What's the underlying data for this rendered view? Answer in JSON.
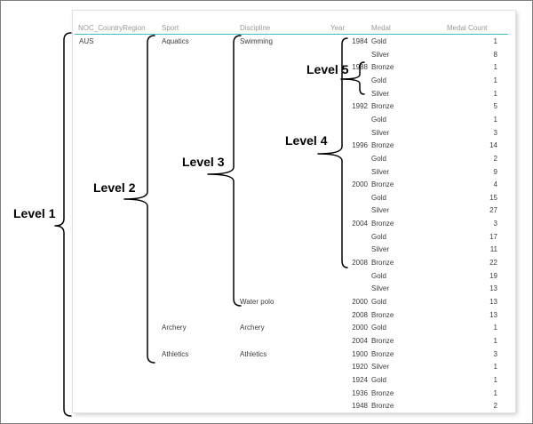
{
  "headers": [
    "NOC_CountryRegion",
    "Sport",
    "Discipline",
    "Year",
    "Medal",
    "Medal Count"
  ],
  "rows": [
    [
      "AUS",
      "Aquatics",
      "Swimming",
      "1984",
      "Gold",
      "1"
    ],
    [
      "",
      "",
      "",
      "",
      "Silver",
      "8"
    ],
    [
      "",
      "",
      "",
      "1988",
      "Bronze",
      "1"
    ],
    [
      "",
      "",
      "",
      "",
      "Gold",
      "1"
    ],
    [
      "",
      "",
      "",
      "",
      "Silver",
      "1"
    ],
    [
      "",
      "",
      "",
      "1992",
      "Bronze",
      "5"
    ],
    [
      "",
      "",
      "",
      "",
      "Gold",
      "1"
    ],
    [
      "",
      "",
      "",
      "",
      "Silver",
      "3"
    ],
    [
      "",
      "",
      "",
      "1996",
      "Bronze",
      "14"
    ],
    [
      "",
      "",
      "",
      "",
      "Gold",
      "2"
    ],
    [
      "",
      "",
      "",
      "",
      "Silver",
      "9"
    ],
    [
      "",
      "",
      "",
      "2000",
      "Bronze",
      "4"
    ],
    [
      "",
      "",
      "",
      "",
      "Gold",
      "15"
    ],
    [
      "",
      "",
      "",
      "",
      "Silver",
      "27"
    ],
    [
      "",
      "",
      "",
      "2004",
      "Bronze",
      "3"
    ],
    [
      "",
      "",
      "",
      "",
      "Gold",
      "17"
    ],
    [
      "",
      "",
      "",
      "",
      "Silver",
      "11"
    ],
    [
      "",
      "",
      "",
      "2008",
      "Bronze",
      "22"
    ],
    [
      "",
      "",
      "",
      "",
      "Gold",
      "19"
    ],
    [
      "",
      "",
      "",
      "",
      "Silver",
      "13"
    ],
    [
      "",
      "",
      "Water polo",
      "2000",
      "Gold",
      "13"
    ],
    [
      "",
      "",
      "",
      "2008",
      "Bronze",
      "13"
    ],
    [
      "",
      "Archery",
      "Archery",
      "2000",
      "Gold",
      "1"
    ],
    [
      "",
      "",
      "",
      "2004",
      "Bronze",
      "1"
    ],
    [
      "",
      "Athletics",
      "Athletics",
      "1900",
      "Bronze",
      "3"
    ],
    [
      "",
      "",
      "",
      "1920",
      "Silver",
      "1"
    ],
    [
      "",
      "",
      "",
      "1924",
      "Gold",
      "1"
    ],
    [
      "",
      "",
      "",
      "1936",
      "Bronze",
      "1"
    ],
    [
      "",
      "",
      "",
      "1948",
      "Bronze",
      "2"
    ]
  ],
  "annotations": {
    "level1": "Level 1",
    "level2": "Level 2",
    "level3": "Level 3",
    "level4": "Level 4",
    "level5": "Level 5"
  },
  "colors": {
    "header_rule": "#3cc0c8",
    "header_text": "#9a9a9a",
    "cell_text": "#3b3b3b",
    "annotation": "#000000"
  }
}
